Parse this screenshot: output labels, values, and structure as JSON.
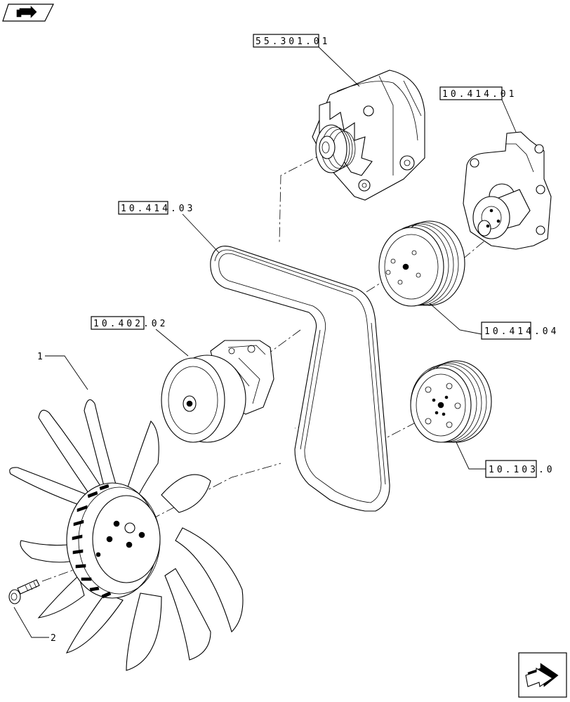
{
  "references": [
    {
      "id": "alternator",
      "text": "55.301.01"
    },
    {
      "id": "water-pump",
      "text": "10.414.01"
    },
    {
      "id": "belt",
      "text": "10.414.03"
    },
    {
      "id": "tensioner",
      "text": "10.402.02"
    },
    {
      "id": "pump-pulley",
      "text": "10.414.04"
    },
    {
      "id": "crank-pulley",
      "text": "10.103.0"
    }
  ],
  "items": [
    {
      "id": "fan",
      "text": "1"
    },
    {
      "id": "bolt",
      "text": "2"
    }
  ],
  "icons": {
    "top_left": "book-arrow-icon",
    "bottom_right": "next-page-arrow-icon"
  }
}
